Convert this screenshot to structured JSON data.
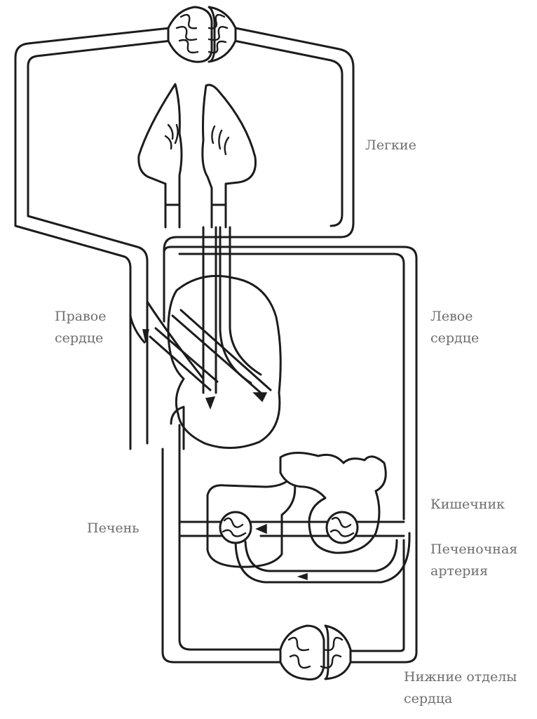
{
  "labels": {
    "lungs": "Легкие",
    "right_heart_line1": "Правое",
    "right_heart_line2": "сердце",
    "left_heart_line1": "Левое",
    "left_heart_line2": "сердце",
    "intestine": "Кишечник",
    "liver": "Печень",
    "hepatic_artery_line1": "Печеночная",
    "hepatic_artery_line2": "артерия",
    "lower_body_line1": "Нижние отделы",
    "lower_body_line2": "сердца"
  },
  "colors": {
    "line": "#1c1c1c",
    "label_text": "#6e6e6e",
    "background": "#ffffff"
  }
}
